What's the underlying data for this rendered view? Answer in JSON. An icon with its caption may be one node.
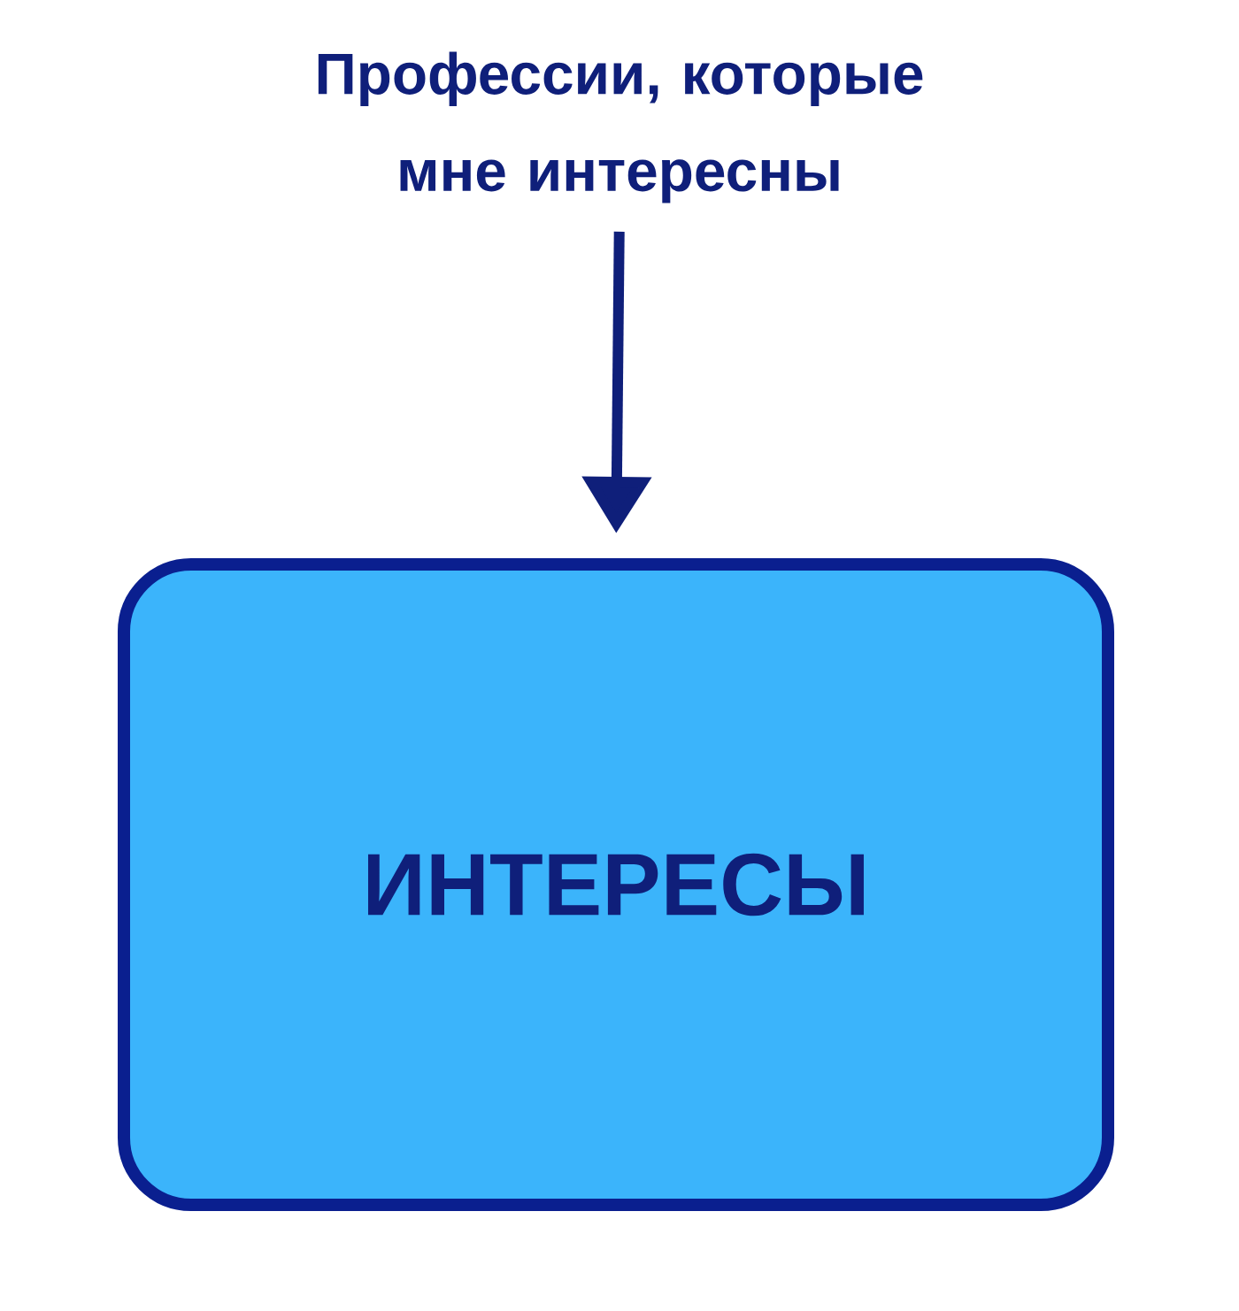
{
  "diagram": {
    "nodes": [
      {
        "text": [
          "Профессии, которые мне интересны"
        ]
      },
      {
        "text": [
          "ИНТЕРЕСЫ"
        ]
      }
    ],
    "edges": [
      {
        "from": 0,
        "to": 1,
        "arrow": "to"
      }
    ]
  }
}
